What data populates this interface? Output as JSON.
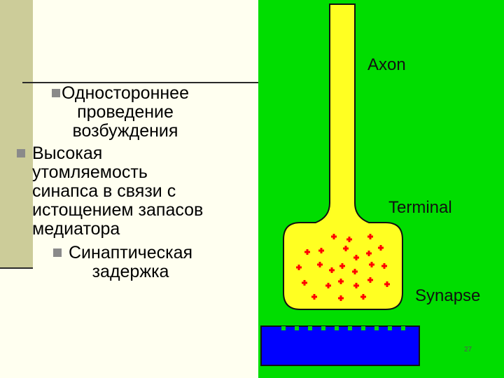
{
  "text": {
    "bullet1": "Одностороннее\nпроведение\nвозбуждения",
    "bullet2": "Высокая\nутомляемость\nсинапса в связи с\nистощением запасов\nмедиатора",
    "bullet3": "Синаптическая\nзадержка"
  },
  "diagram": {
    "labels": {
      "axon": "Axon",
      "terminal": "Terminal",
      "synapse": "Synapse"
    },
    "colors": {
      "background": "#00DD00",
      "neuron": "#FFFF22",
      "neuron_outline": "#111111",
      "vesicle": "#FF0000",
      "membrane": "#0000FF",
      "receptor": "#00DD00"
    }
  },
  "slide": {
    "number": "27"
  },
  "icons": {
    "bullet": "square-bullet-icon"
  }
}
